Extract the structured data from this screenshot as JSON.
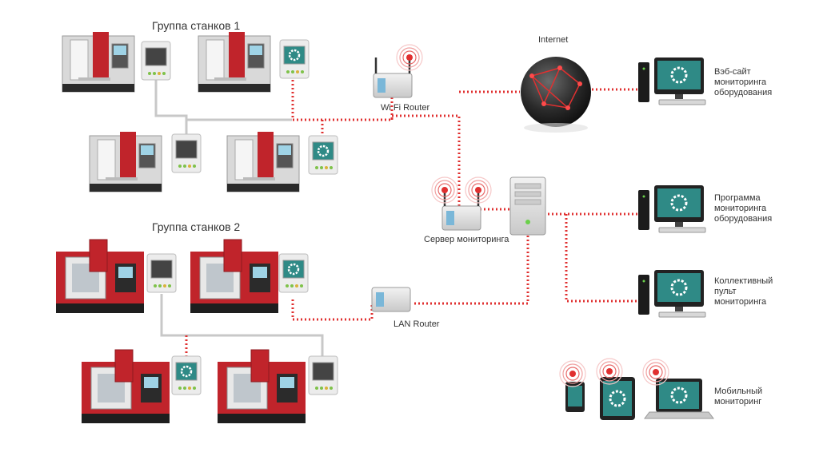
{
  "group1": {
    "title": "Группа станков 1"
  },
  "group2": {
    "title": "Группа станков 2"
  },
  "nodes": {
    "wifi_router": "Wi Fi Router",
    "lan_router": "LAN Router",
    "internet": "Internet",
    "server": "Сервер мониторинга",
    "website": "Вэб-сайт\nмониторинга\nоборудования",
    "program": "Программа\nмониторинга\nоборудования",
    "console": "Коллективный\nпульт\nмониторинга",
    "mobile": "Мобильный\nмониторинг"
  },
  "colors": {
    "wired": "#c8c8c8",
    "wireless": "#e03030",
    "machine_red": "#c0242b",
    "screen": "#2f8a86"
  },
  "icons": [
    "lathe-machine",
    "milling-machine",
    "controller-box",
    "wifi-router",
    "lan-router",
    "globe",
    "server-tower",
    "desktop-pc",
    "tablet",
    "phone",
    "laptop"
  ]
}
